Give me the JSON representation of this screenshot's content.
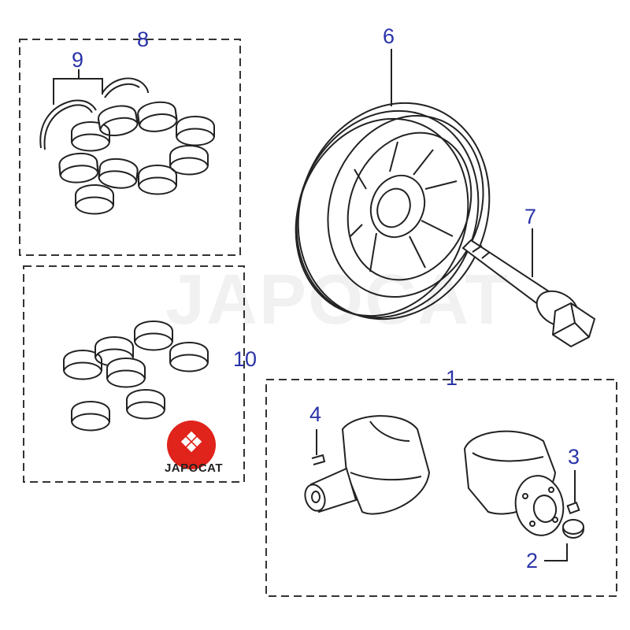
{
  "diagram": {
    "watermark": "JAPOCAT",
    "logo": {
      "text": "JAPOCAT",
      "brand_color": "#e0231b"
    },
    "callouts": {
      "c1": "1",
      "c2": "2",
      "c3": "3",
      "c4": "4",
      "c5": "6",
      "c6": "7",
      "c7": "8",
      "c8": "9",
      "c9": "10"
    },
    "parts": [
      {
        "ref": "main-bearing-set",
        "group_callout": "8",
        "icon": "bearing-shells"
      },
      {
        "ref": "thrust-washers",
        "callout": "9",
        "icon": "thrust-washer"
      },
      {
        "ref": "conrod-bearing-set",
        "callout": "10",
        "icon": "bearing-shells"
      },
      {
        "ref": "crankshaft-assembly",
        "callout": "1",
        "icon": "crankshaft"
      },
      {
        "ref": "crank-gear",
        "callout": "2",
        "icon": "gear"
      },
      {
        "ref": "key-3",
        "callout": "3",
        "icon": "key"
      },
      {
        "ref": "key-4",
        "callout": "4",
        "icon": "key"
      },
      {
        "ref": "crankshaft-pulley",
        "callout": "6",
        "icon": "pulley"
      },
      {
        "ref": "pulley-bolt",
        "callout": "7",
        "icon": "bolt"
      }
    ],
    "colors": {
      "line": "#222222",
      "callout": "#2a33a8",
      "frame": "#333333"
    }
  }
}
